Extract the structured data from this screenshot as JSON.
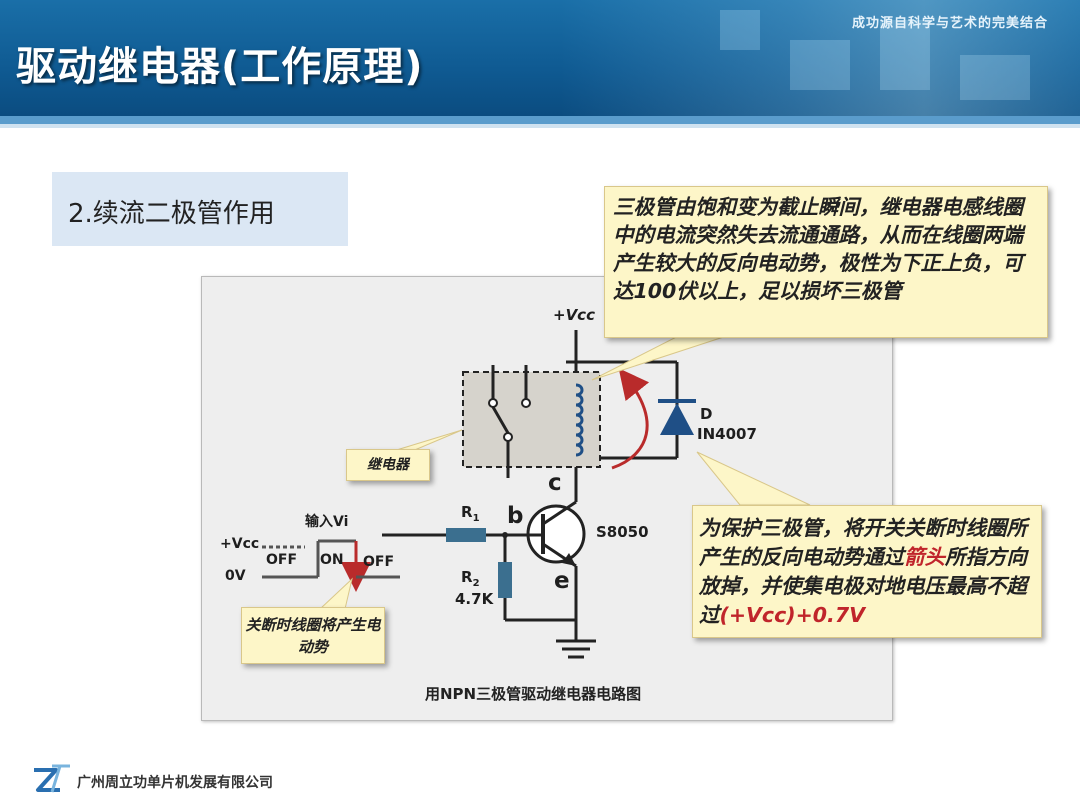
{
  "header": {
    "title": "驱动继电器(工作原理)",
    "slogan": "成功源自科学与艺术的完美结合",
    "bg_color": "#0f5a92"
  },
  "section": {
    "label": "2.续流二极管作用"
  },
  "callouts": {
    "top": "三极管由饱和变为截止瞬间，继电器电感线圈中的电流突然失去流通通路，从而在线圈两端产生较大的反向电动势，极性为下正上负，可达100伏以上，足以损坏三极管",
    "relay": "继电器",
    "bottom_pre": "为保护三极管，将开关关断时线圈所产生的反向电动势通过",
    "bottom_red1": "箭头",
    "bottom_mid": "所指方向放掉，并使集电极对地电压最高不超过",
    "bottom_red2": "(+Vcc)+0.7V",
    "off_note": "关断时线圈将产生电动势"
  },
  "circuit": {
    "vcc_top": "+Vcc",
    "diode_name": "D",
    "diode_part": "IN4007",
    "collector": "c",
    "base": "b",
    "emitter": "e",
    "transistor": "S8050",
    "r1": "R",
    "r1_sub": "1",
    "r2": "R",
    "r2_sub": "2",
    "r2_value": "4.7K",
    "input_label": "输入Vi",
    "vcc_left": "+Vcc",
    "zero_v": "0V",
    "off1": "OFF",
    "on": "ON",
    "off2": "OFF",
    "caption": "用NPN三极管驱动继电器电路图",
    "accent_red": "#b92b2b",
    "resistor_color": "#3b6f8f",
    "diode_color": "#1f4f86"
  },
  "footer": {
    "company": "广州周立功单片机发展有限公司"
  }
}
